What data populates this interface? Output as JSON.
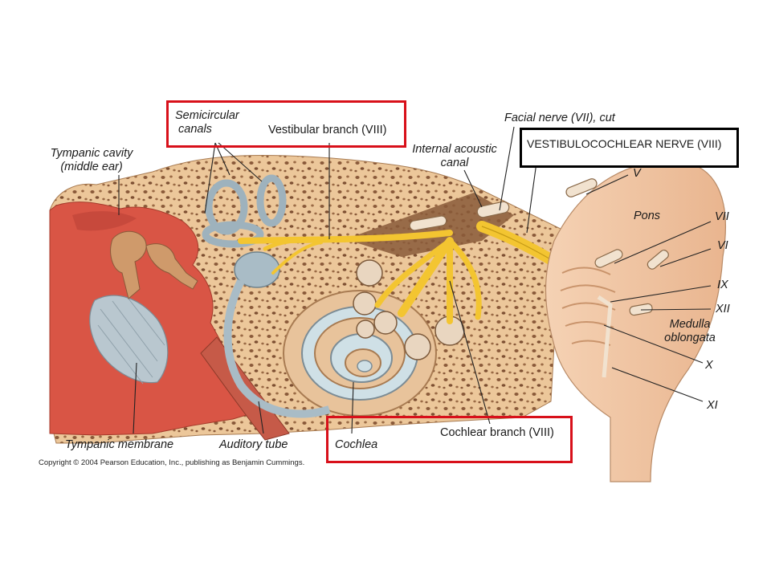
{
  "labels": {
    "semicircular_canals": [
      "Semicircular",
      "canals"
    ],
    "vestibular_branch": "Vestibular branch (VIII)",
    "facial_nerve_cut": "Facial nerve (VII), cut",
    "vestibulocochlear_nerve": "VESTIBULOCOCHLEAR NERVE (VIII)",
    "tympanic_cavity": [
      "Tympanic cavity",
      "(middle ear)"
    ],
    "internal_acoustic_canal": [
      "Internal acoustic",
      "canal"
    ],
    "cn_v": "V",
    "pons": "Pons",
    "cn_vii": "VII",
    "cn_vi": "VI",
    "cn_ix": "IX",
    "cn_xii": "XII",
    "medulla_oblongata": [
      "Medulla",
      "oblongata"
    ],
    "cn_x": "X",
    "cn_xi": "XI",
    "tympanic_membrane": "Tympanic membrane",
    "auditory_tube": "Auditory tube",
    "cochlea": "Cochlea",
    "cochlear_branch": "Cochlear branch (VIII)",
    "copyright": "Copyright © 2004 Pearson Education, Inc., publishing as Benjamin Cummings."
  },
  "colors": {
    "highlight_red": "#d8101a",
    "highlight_black": "#000000",
    "bone": "#ecc79a",
    "nerve": "#f3c531",
    "middle_ear": "#d95545",
    "membranous_labyrinth": "#a9bcc6",
    "brainstem": "#f0c3a0"
  }
}
